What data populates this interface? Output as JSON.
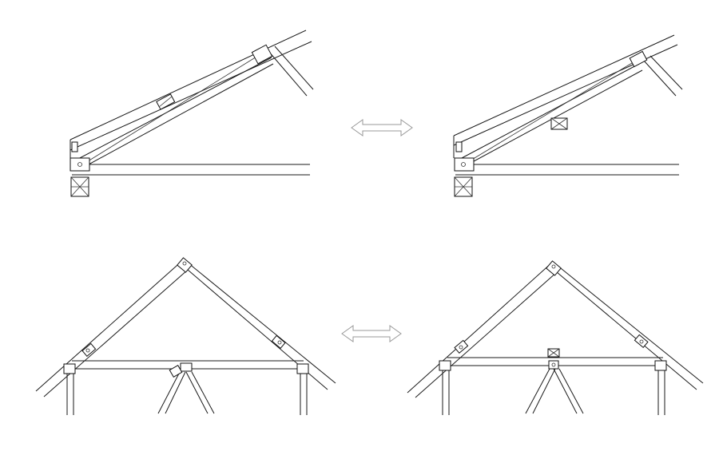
{
  "figure": {
    "panels": [
      {
        "id": "eave-before",
        "row": "top",
        "state": "before"
      },
      {
        "id": "eave-after",
        "row": "top",
        "state": "after"
      },
      {
        "id": "truss-before",
        "row": "bottom",
        "state": "before"
      },
      {
        "id": "truss-after",
        "row": "bottom",
        "state": "after"
      }
    ],
    "connectors": [
      {
        "id": "top-arrow",
        "meaning": "double-arrow"
      },
      {
        "id": "bottom-arrow",
        "meaning": "double-arrow"
      }
    ],
    "colors": {
      "line": "#1a1a1a",
      "arrow": "#9a9a9a",
      "background": "#ffffff"
    }
  }
}
